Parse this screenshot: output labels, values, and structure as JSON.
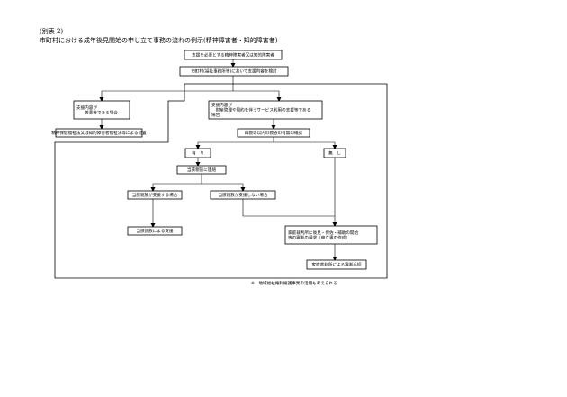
{
  "header": {
    "attachment_label": "(別表 2)",
    "title": "市町村における成年後見開始の申し立て事務の流れの例示(精神障害者・知的障害者)"
  },
  "nodes": [
    {
      "id": "n1",
      "lines": [
        "支援を必要とする精神障害者又は知的障害者"
      ]
    },
    {
      "id": "n2",
      "lines": [
        "市町村(福祉事務所等)において支援内容を検討"
      ]
    },
    {
      "id": "n3",
      "lines": [
        "支援内容が",
        "　　善意等である場合"
      ]
    },
    {
      "id": "n4",
      "lines": [
        "支援内容が",
        "　財産管理や契約を伴うサービス利用の支援等である",
        "場合"
      ]
    },
    {
      "id": "n5",
      "lines": [
        "精神保健福祉法又は知的障害者福祉法等による措置"
      ]
    },
    {
      "id": "n6",
      "lines": [
        "四親等以内の親族の有無の確認"
      ]
    },
    {
      "id": "n7",
      "lines": [
        "有　り"
      ]
    },
    {
      "id": "n8",
      "lines": [
        "無　し"
      ]
    },
    {
      "id": "n9",
      "lines": [
        "当該親族に連絡"
      ]
    },
    {
      "id": "n10",
      "lines": [
        "当該親族が支援する場合"
      ]
    },
    {
      "id": "n11",
      "lines": [
        "当該親族が支援しない場合"
      ]
    },
    {
      "id": "n12",
      "lines": [
        "当該親族による支援"
      ]
    },
    {
      "id": "n13",
      "lines": [
        "家庭裁判所に後見・保佐・補助の開始",
        "等の審判の請求（申立書の作成）"
      ]
    },
    {
      "id": "n14",
      "lines": [
        "家庭裁判所による審判手続"
      ]
    }
  ],
  "edges": [
    {
      "from": "n1",
      "to": "n2"
    },
    {
      "from": "n2",
      "to": "n3"
    },
    {
      "from": "n2",
      "to": "n4"
    },
    {
      "from": "n3",
      "to": "n5"
    },
    {
      "from": "n4",
      "to": "n6"
    },
    {
      "from": "n6",
      "to": "n7"
    },
    {
      "from": "n6",
      "to": "n8"
    },
    {
      "from": "n7",
      "to": "n9"
    },
    {
      "from": "n9",
      "to": "n10"
    },
    {
      "from": "n9",
      "to": "n11"
    },
    {
      "from": "n10",
      "to": "n12"
    },
    {
      "from": "n11",
      "to": "n13"
    },
    {
      "from": "n8",
      "to": "n13"
    },
    {
      "from": "n13",
      "to": "n14"
    }
  ],
  "footnote": "※　地域福祉権利擁護事業の活用も考えられる"
}
